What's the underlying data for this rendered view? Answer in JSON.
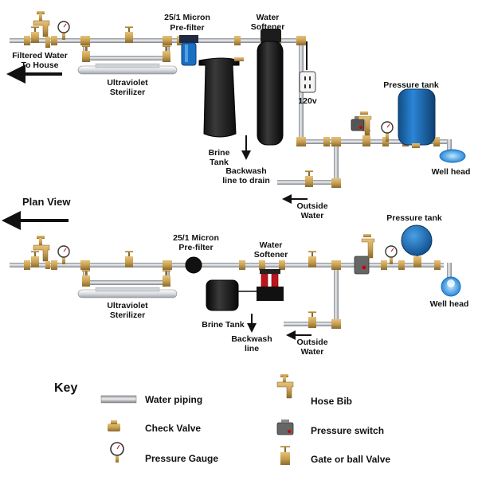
{
  "top": {
    "micron_filter": [
      "25/1 Micron",
      "Pre-filter"
    ],
    "softener": [
      "Water",
      "Softener"
    ],
    "filtered_water": [
      "Filtered Water",
      "To House"
    ],
    "uv": [
      "Ultraviolet",
      "Sterilizer"
    ],
    "brine": [
      "Brine",
      "Tank"
    ],
    "backwash": [
      "Backwash",
      "line to drain"
    ],
    "power": "120v",
    "pressure_tank": "Pressure tank",
    "well_head": "Well head",
    "outside_water": [
      "Outside",
      "Water"
    ]
  },
  "section_title": "Plan View",
  "bottom": {
    "micron_filter": [
      "25/1 Micron",
      "Pre-filter"
    ],
    "softener": [
      "Water",
      "Softener"
    ],
    "uv": [
      "Ultraviolet",
      "Sterilizer"
    ],
    "brine": "Brine Tank",
    "backwash": [
      "Backwash",
      "line"
    ],
    "pressure_tank": "Pressure tank",
    "well_head": "Well head",
    "outside_water": [
      "Outside",
      "Water"
    ]
  },
  "key": {
    "title": "Key",
    "items": {
      "piping": "Water piping",
      "check_valve": "Check Valve",
      "pressure_gauge": "Pressure Gauge",
      "hose_bib": "Hose Bib",
      "pressure_switch": "Pressure switch",
      "gate_valve": "Gate or ball Valve"
    }
  },
  "colors": {
    "pipe": "#b9bdc2",
    "brass": "#c8a052",
    "filter_blue": "#1a6fc4",
    "tank_blue": "#1d6db0",
    "tank_black": "#1c1c1c"
  }
}
